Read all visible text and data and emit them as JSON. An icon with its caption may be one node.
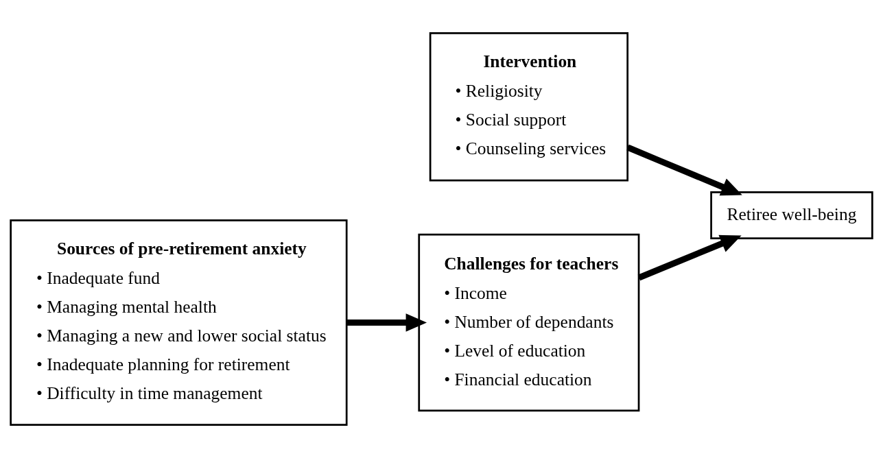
{
  "diagram": {
    "nodes": [
      {
        "text": [
          "Intervention",
          "• Religiosity",
          "• Social support",
          "• Counseling services"
        ]
      },
      {
        "text": [
          "Sources of pre-retirement anxiety",
          "• Inadequate fund",
          "• Managing mental health",
          "• Managing a new and lower social status",
          "• Inadequate planning for retirement",
          "• Difficulty in time management"
        ]
      },
      {
        "text": [
          "Challenges for teachers",
          "• Income",
          "• Number of dependants",
          "• Level of education",
          "• Financial education"
        ]
      },
      {
        "text": [
          "Retiree well-being"
        ]
      }
    ],
    "edges": [
      {
        "from": 1,
        "to": 2,
        "arrow": "to"
      },
      {
        "from": 2,
        "to": 3,
        "arrow": "to"
      },
      {
        "from": 0,
        "to": 3,
        "arrow": "to"
      }
    ]
  }
}
